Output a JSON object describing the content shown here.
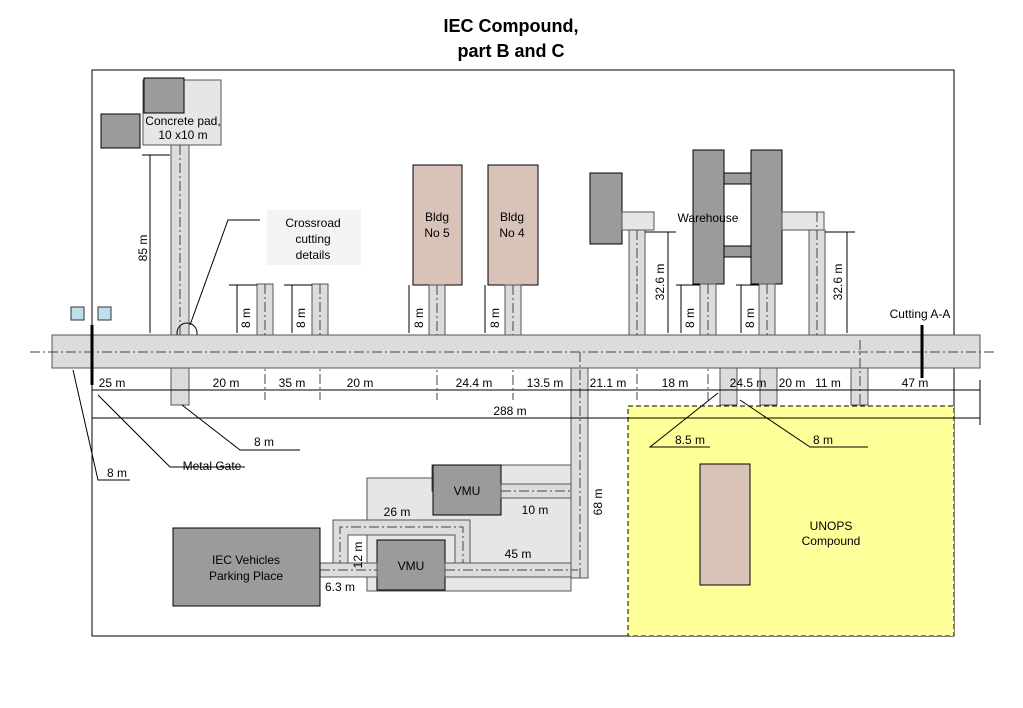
{
  "title_line1": "IEC Compound,",
  "title_line2": "part B and C",
  "labels": {
    "concrete_pad_1": "Concrete pad,",
    "concrete_pad_2": "10 x10 m",
    "crossroad_1": "Crossroad",
    "crossroad_2": "cutting",
    "crossroad_3": "details",
    "bldg5_1": "Bldg",
    "bldg5_2": "No 5",
    "bldg4_1": "Bldg",
    "bldg4_2": "No 4",
    "warehouse": "Warehouse",
    "cutting": "Cutting A-A",
    "metal_gate": "Metal Gate",
    "vmu_top": "VMU",
    "vmu_bottom": "VMU",
    "parking_1": "IEC Vehicles",
    "parking_2": "Parking Place",
    "unops_1": "UNOPS",
    "unops_2": "Compound"
  },
  "dimensions": {
    "d85": "85 m",
    "d8a": "8 m",
    "d8b": "8 m",
    "d8c": "8 m",
    "d8d": "8 m",
    "d32a": "32.6 m",
    "d8e": "8 m",
    "d8f": "8 m",
    "d32b": "32.6 m",
    "s25": "25 m",
    "s20a": "20 m",
    "s35": "35 m",
    "s20b": "20 m",
    "s244": "24.4 m",
    "s135": "13.5 m",
    "s211": "21.1 m",
    "s18": "18 m",
    "s245": "24.5 m",
    "s20c": "20 m",
    "s11": "11 m",
    "s47": "47 m",
    "total": "288 m",
    "gate8": "8 m",
    "side8": "8 m",
    "u85": "8.5 m",
    "u8": "8 m",
    "d68": "68 m",
    "d26": "26 m",
    "d10": "10 m",
    "d45": "45 m",
    "d12": "12 m",
    "d63": "6.3 m"
  },
  "colors": {
    "unops_fill": "#ffff99",
    "bldg_fill": "#d9c3b9",
    "building_gray": "#9b9b9b",
    "road_gray": "#dcdcdc"
  }
}
